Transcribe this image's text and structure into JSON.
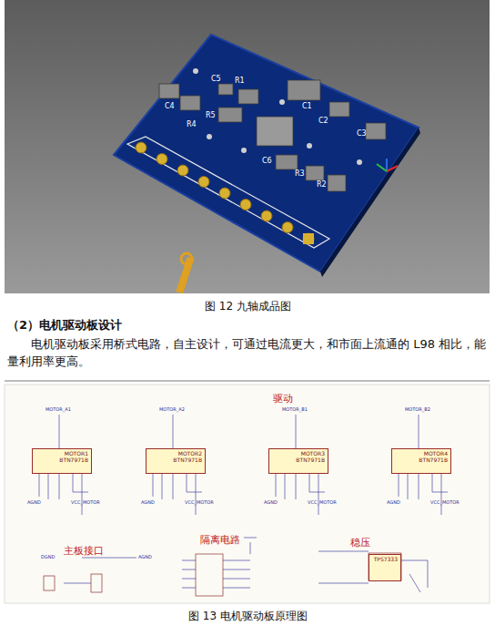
{
  "diagram": {
    "caption": "图 13 电机驱动板原理图",
    "nodes": [
      {
        "text": [
          "MOTOR1",
          "BTN7971B"
        ]
      },
      {
        "text": [
          "MOTOR2",
          "BTN7971B"
        ]
      },
      {
        "text": [
          "MOTOR3",
          "BTN7971B"
        ]
      },
      {
        "text": [
          "MOTOR4",
          "BTN7971B"
        ]
      },
      {
        "text": [
          "TPS7333"
        ]
      }
    ],
    "labels": [
      "C5",
      "C4",
      "R5",
      "R1",
      "C1",
      "C2",
      "R4",
      "C3",
      "C6",
      "R3",
      "R2",
      "图 12 九轴成品图",
      "（2）电机驱动板设计",
      "电机驱动板采用桥式电路，自主设计，可通过电流更大，和市面上流通的 L98 相比，能量利用率更高。",
      "驱动",
      "主板接口",
      "隔离电路",
      "稳压",
      "MOTOR_A1",
      "MOTOR_A2",
      "MOTOR_B1",
      "MOTOR_B2",
      "VCC_MOTOR",
      "VCC_MOTOR",
      "VCC_MOTOR",
      "VCC_MOTOR",
      "AGND",
      "AGND",
      "AGND",
      "AGND",
      "DGND",
      "AGND"
    ]
  }
}
